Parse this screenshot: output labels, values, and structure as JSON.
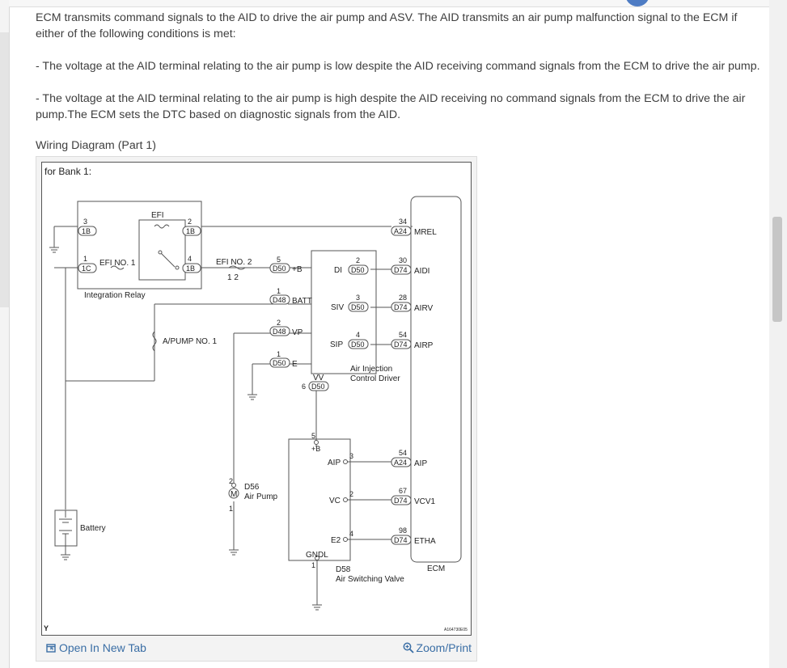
{
  "description": {
    "para1": "ECM transmits command signals to the AID to drive the air pump and ASV. The AID transmits an air pump malfunction signal to the ECM if either of the following conditions is met:",
    "bullet1": "- The voltage at the AID terminal relating to the air pump is low despite the AID receiving command signals from the ECM to drive the air pump.",
    "bullet2": "- The voltage at the AID terminal relating to the air pump is high despite the AID receiving no command signals from the ECM to drive the air pump.The ECM sets the DTC based on diagnostic signals from the AID."
  },
  "figure": {
    "title": "Wiring Diagram (Part 1)",
    "open_label": "Open In New Tab",
    "zoom_label": "Zoom/Print"
  },
  "diagram": {
    "bank": "for Bank 1:",
    "relay": {
      "name": "Integration Relay",
      "fuse_top": "EFI",
      "efi1": "EFI NO. 1",
      "pin3": "3",
      "pin2": "2",
      "pin1": "1",
      "pin4": "4",
      "conn1b": "1B",
      "conn1c": "1C"
    },
    "efi2": {
      "name": "EFI NO. 2",
      "pins": "1   2"
    },
    "apump_fuse": "A/PUMP NO. 1",
    "battery": "Battery",
    "aid": {
      "name1": "Air Injection",
      "name2": "Control Driver",
      "left": [
        {
          "pin": "5",
          "conn": "D50",
          "term": "+B"
        },
        {
          "pin": "1",
          "conn": "D48",
          "term": "BATT"
        },
        {
          "pin": "2",
          "conn": "D48",
          "term": "VP"
        },
        {
          "pin": "1",
          "conn": "D50",
          "term": "E"
        }
      ],
      "right": [
        {
          "pin": "2",
          "conn": "D50",
          "term": "DI"
        },
        {
          "pin": "3",
          "conn": "D50",
          "term": "SIV"
        },
        {
          "pin": "4",
          "conn": "D50",
          "term": "SIP"
        }
      ],
      "vv": "VV",
      "vv_pin": "6",
      "vv_conn": "D50"
    },
    "pump": {
      "id": "D56",
      "name": "Air Pump",
      "pin_top": "2",
      "pin_bottom": "1",
      "symbol": "M"
    },
    "asv": {
      "id": "D58",
      "name": "Air Switching Valve",
      "b_pin": "5",
      "b_term": "+B",
      "aip_term": "AIP",
      "aip_pin": "3",
      "vc_term": "VC",
      "vc_pin": "2",
      "e2_term": "E2",
      "e2_pin": "4",
      "gndl": "GNDL",
      "gndl_pin": "1"
    },
    "ecm": {
      "name": "ECM",
      "pins": [
        {
          "pin": "34",
          "conn": "A24",
          "term": "MREL"
        },
        {
          "pin": "30",
          "conn": "D74",
          "term": "AIDI"
        },
        {
          "pin": "28",
          "conn": "D74",
          "term": "AIRV"
        },
        {
          "pin": "54",
          "conn": "D74",
          "term": "AIRP"
        },
        {
          "pin": "54",
          "conn": "A24",
          "term": "AIP"
        },
        {
          "pin": "67",
          "conn": "D74",
          "term": "VCV1"
        },
        {
          "pin": "98",
          "conn": "D74",
          "term": "ETHA"
        }
      ]
    },
    "corner_y": "Y",
    "code": "A164730E05"
  }
}
